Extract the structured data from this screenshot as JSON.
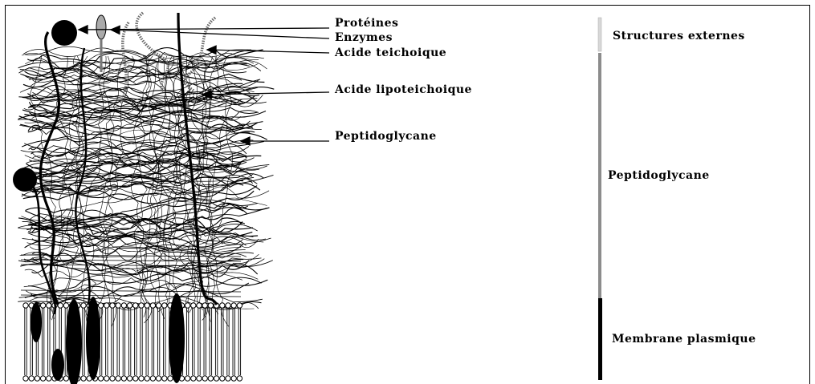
{
  "diagram": {
    "callouts": [
      {
        "id": "proteines",
        "text": "Protéines"
      },
      {
        "id": "enzymes",
        "text": "Enzymes"
      },
      {
        "id": "acide-teichoique",
        "text": "Acide teichoique"
      },
      {
        "id": "acide-lipoteichoique",
        "text": "Acide lipoteichoique"
      },
      {
        "id": "peptidoglycane-arrow",
        "text": "Peptidoglycane"
      }
    ],
    "layers": [
      {
        "id": "structures-externes",
        "text": "Structures externes",
        "bar": "light"
      },
      {
        "id": "peptidoglycane-layer",
        "text": "Peptidoglycane",
        "bar": "gray"
      },
      {
        "id": "membrane-plasmique",
        "text": "Membrane plasmique",
        "bar": "black"
      }
    ]
  }
}
